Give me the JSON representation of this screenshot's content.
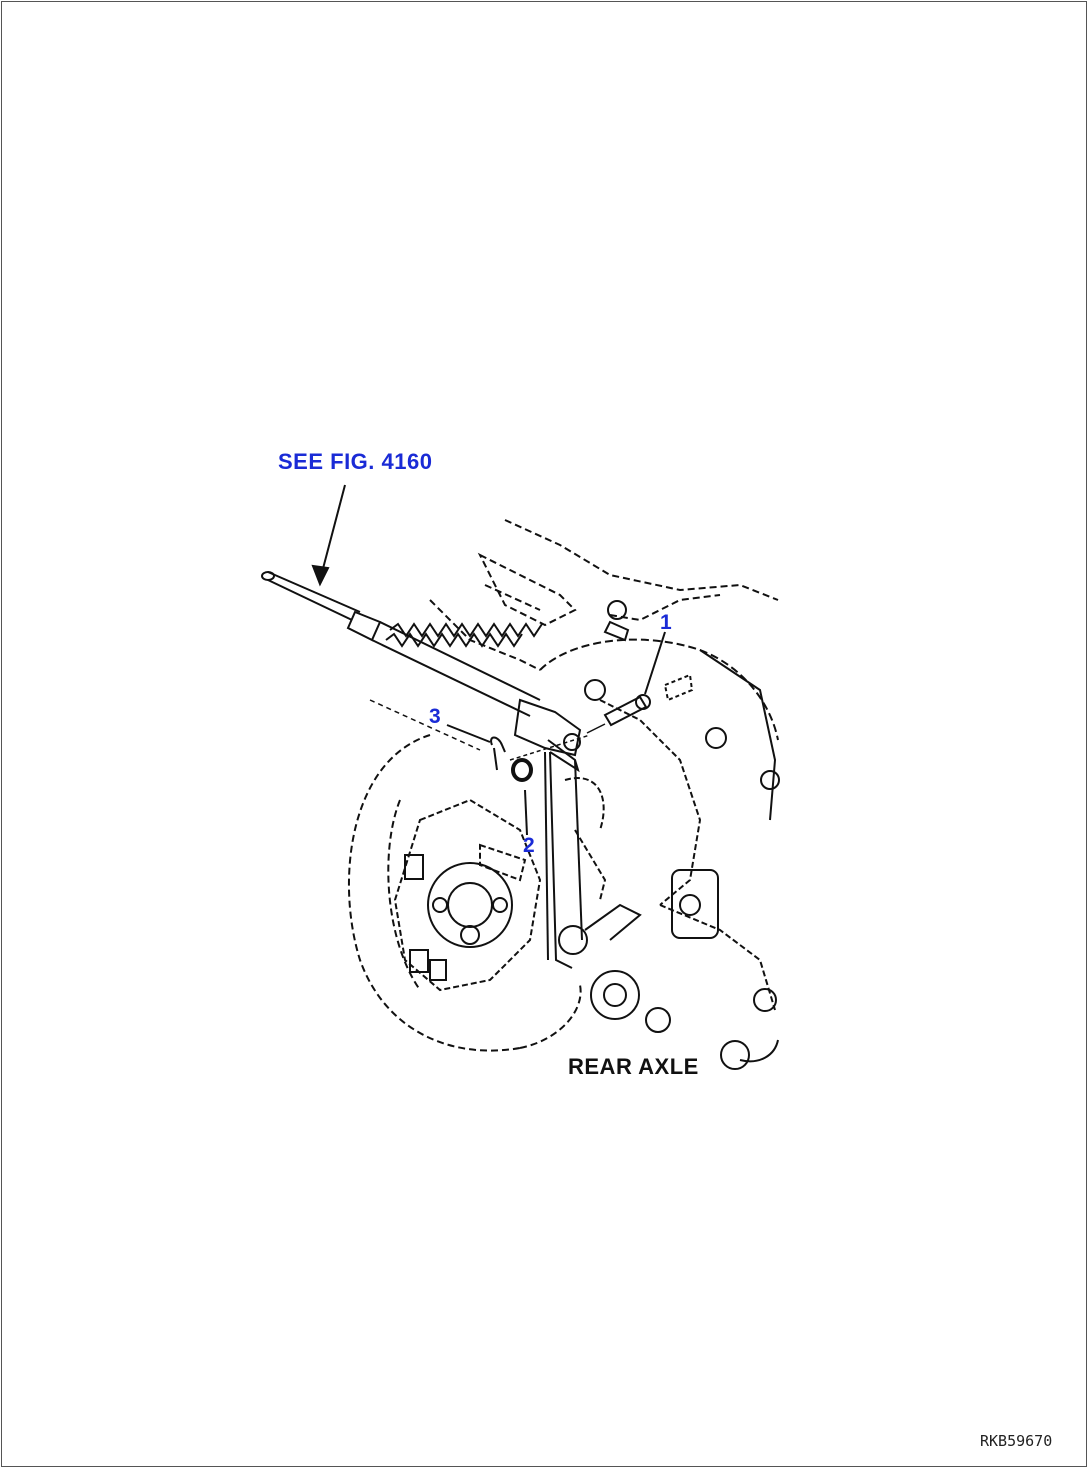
{
  "figure": {
    "reference_link": "SEE FIG. 4160",
    "callouts": {
      "item1": "1",
      "item2": "2",
      "item3": "3"
    },
    "component_label": "REAR AXLE",
    "drawing_code": "RKB59670"
  },
  "colors": {
    "callout": "#1a2bd6",
    "linework": "#111111",
    "border": "#555555"
  }
}
